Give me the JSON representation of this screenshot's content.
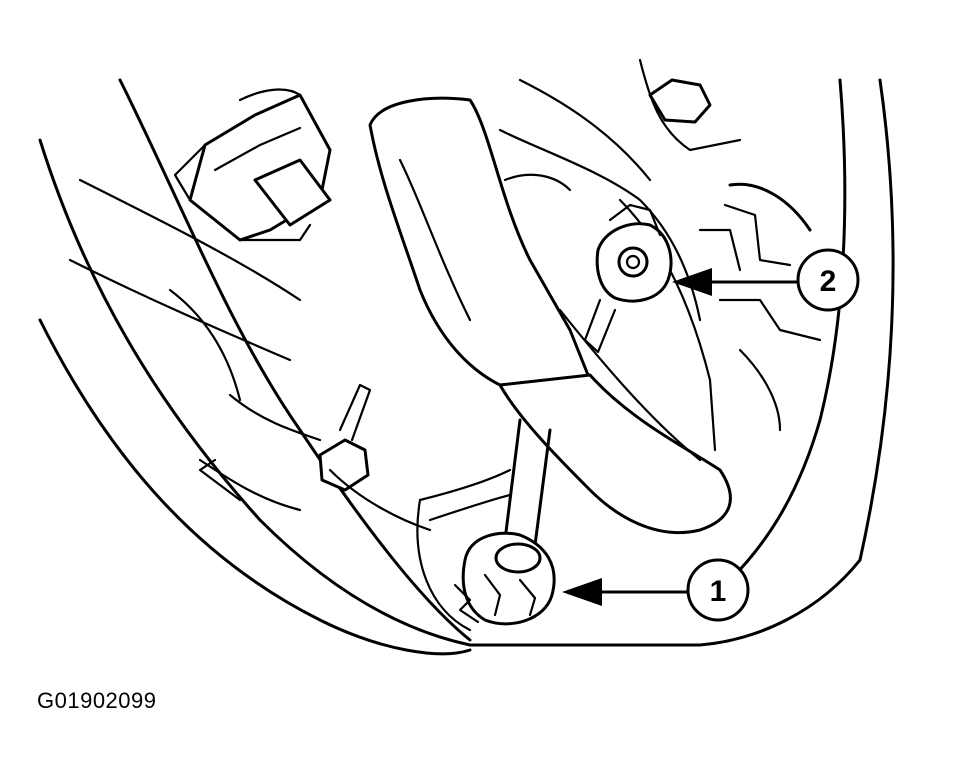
{
  "figure": {
    "id": "G01902099"
  },
  "callouts": [
    {
      "label": "1"
    },
    {
      "label": "2"
    }
  ]
}
